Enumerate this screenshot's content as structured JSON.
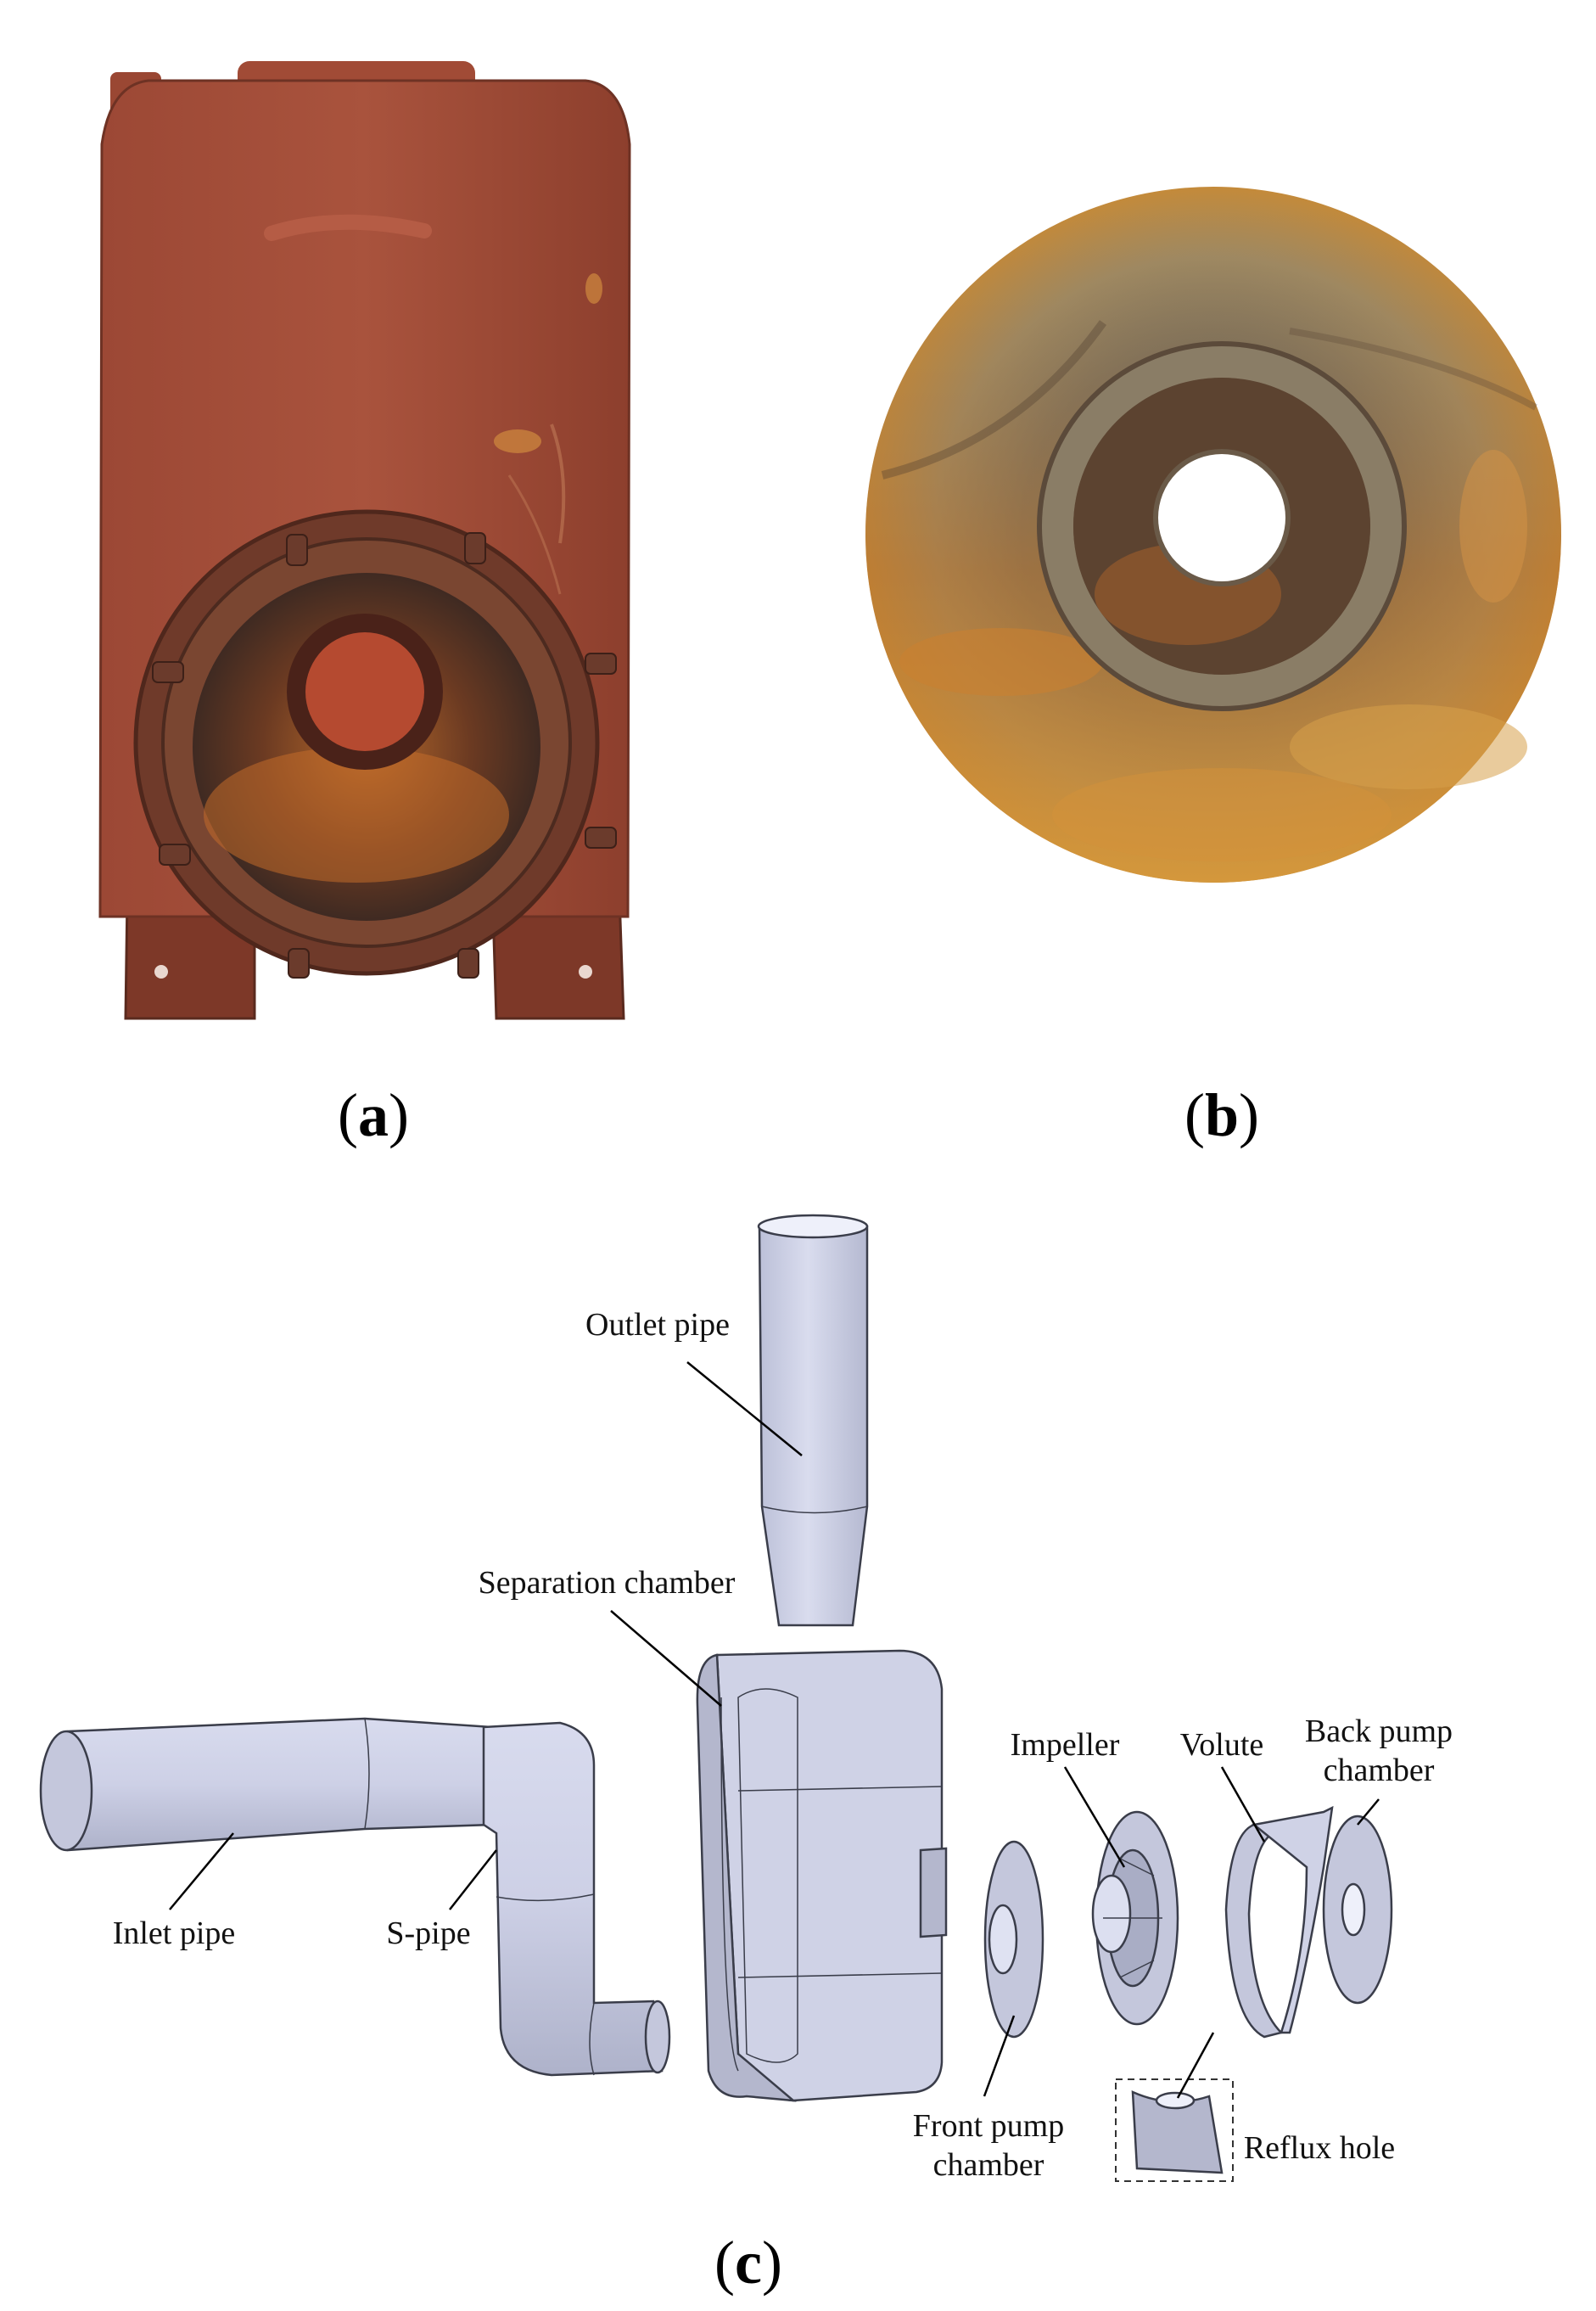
{
  "panels": {
    "a": {
      "paren_open": "(",
      "letter": "a",
      "paren_close": ")"
    },
    "b": {
      "paren_open": "(",
      "letter": "b",
      "paren_close": ")"
    },
    "c": {
      "paren_open": "(",
      "letter": "c",
      "paren_close": ")"
    }
  },
  "labels": {
    "outlet_pipe": "Outlet pipe",
    "separation_chamber": "Separation chamber",
    "impeller": "Impeller",
    "volute": "Volute",
    "back_pump_chamber_1": "Back pump",
    "back_pump_chamber_2": "chamber",
    "inlet_pipe": "Inlet pipe",
    "s_pipe": "S-pipe",
    "front_pump_chamber_1": "Front pump",
    "front_pump_chamber_2": "chamber",
    "reflux_hole": "Reflux hole"
  },
  "colors": {
    "model_fill": "#cfd2e6",
    "model_shade": "#b4b7cd",
    "rust_dark": "#7a3826",
    "rust_mid": "#a8533a",
    "rust_orange": "#c9762f",
    "metal_grey": "#6f6656"
  }
}
